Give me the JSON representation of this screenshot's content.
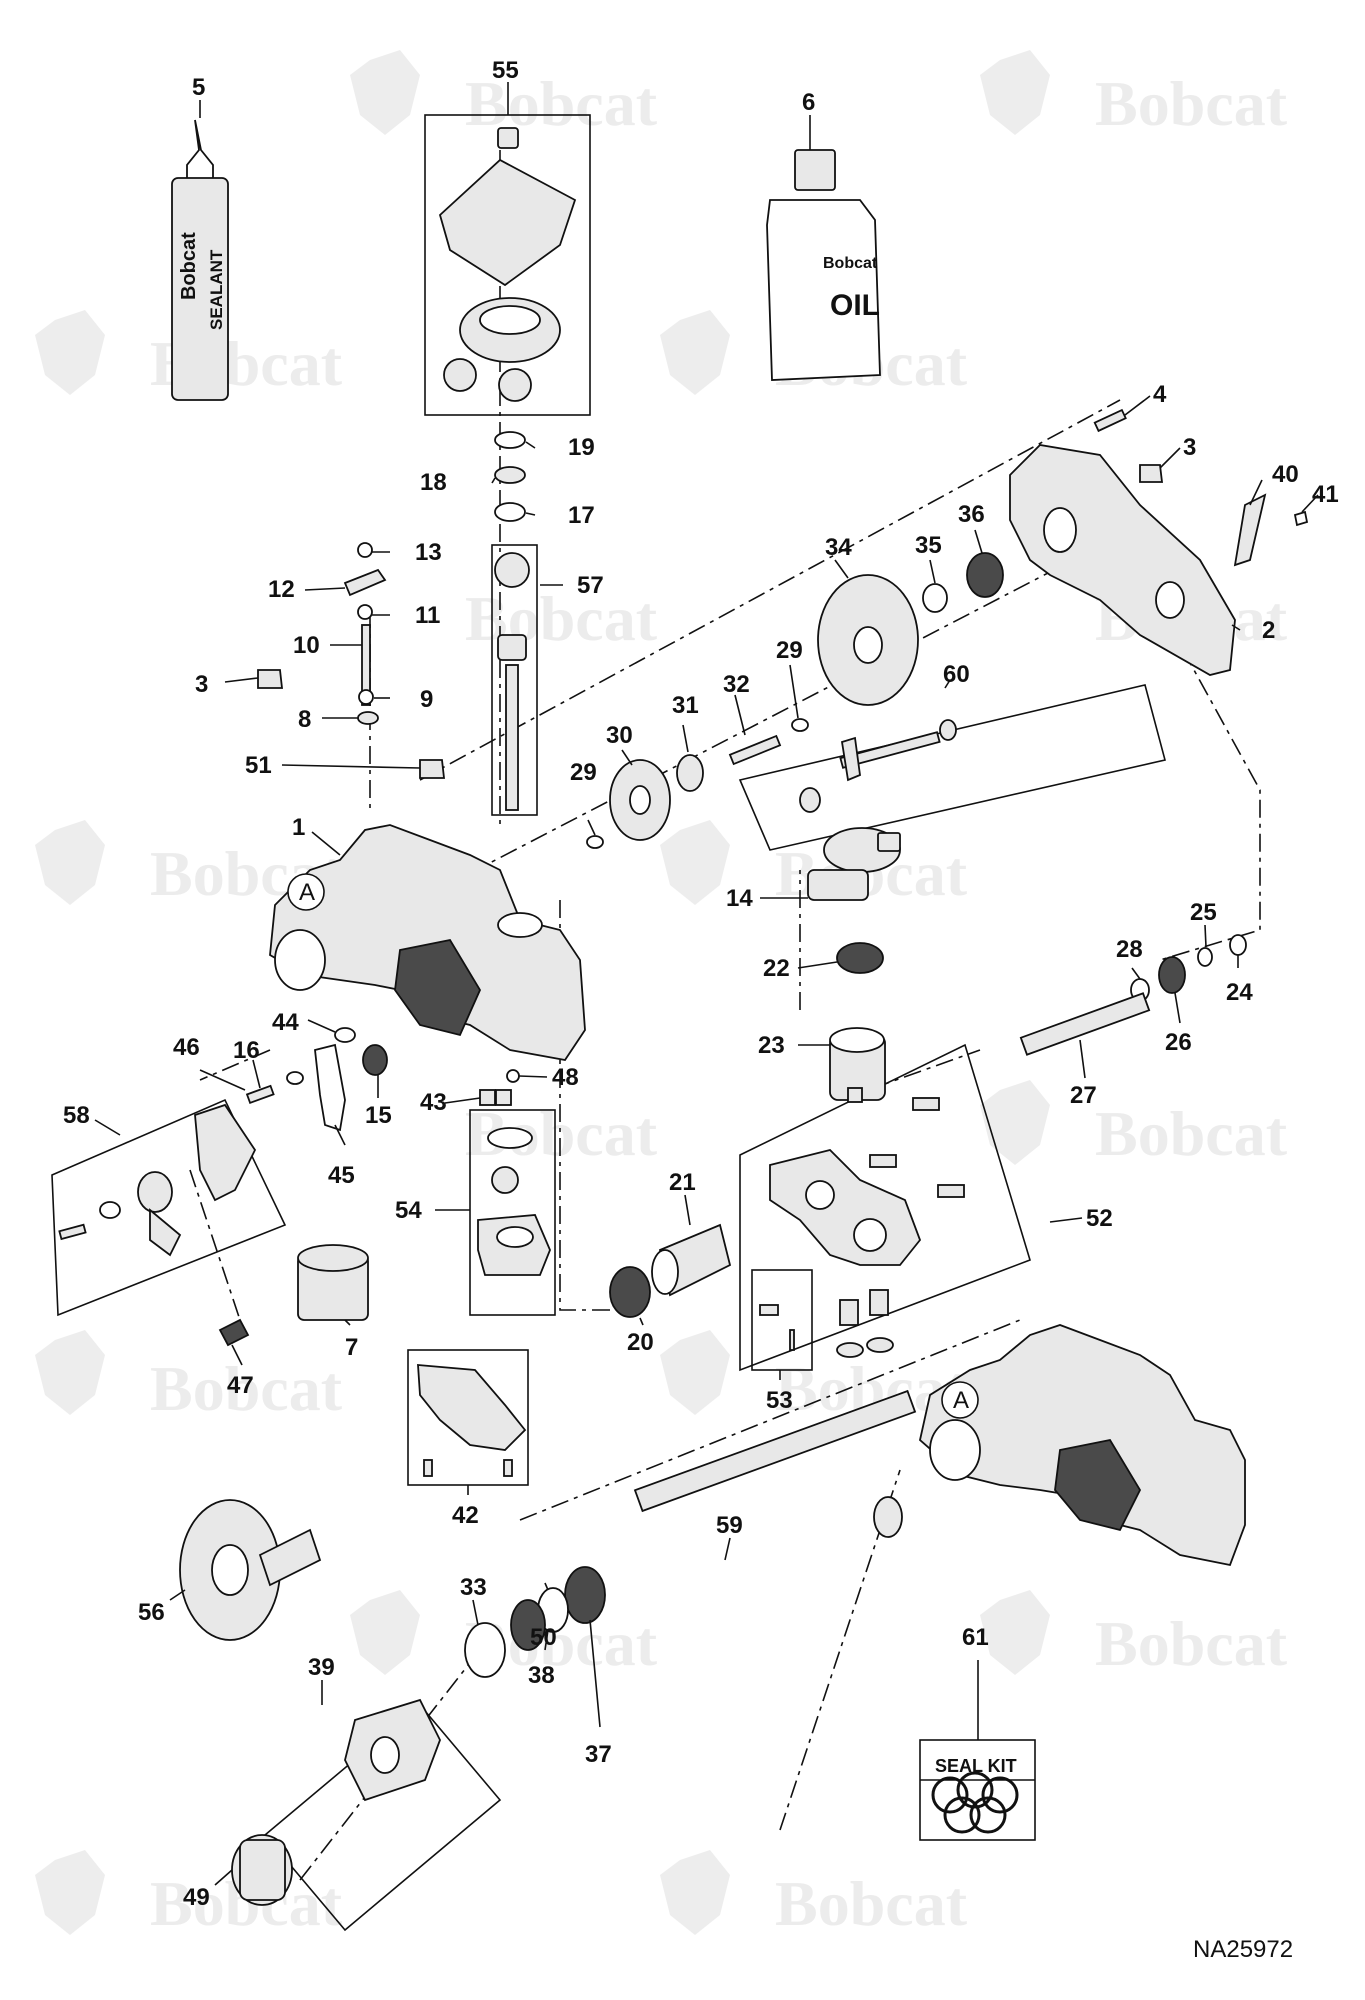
{
  "watermark": {
    "text": "Bobcat",
    "color": "#ececec"
  },
  "drawing_code": "NA25972",
  "callouts": {
    "c1": "1",
    "c2": "2",
    "c3a": "3",
    "c3b": "3",
    "c4": "4",
    "c5": "5",
    "c6": "6",
    "c7": "7",
    "c8": "8",
    "c9": "9",
    "c10": "10",
    "c11": "11",
    "c12": "12",
    "c13": "13",
    "c14": "14",
    "c15": "15",
    "c16": "16",
    "c17": "17",
    "c18": "18",
    "c19": "19",
    "c20": "20",
    "c21": "21",
    "c22": "22",
    "c23": "23",
    "c24": "24",
    "c25": "25",
    "c26": "26",
    "c27": "27",
    "c28": "28",
    "c29a": "29",
    "c29b": "29",
    "c30": "30",
    "c31": "31",
    "c32": "32",
    "c33": "33",
    "c34": "34",
    "c35": "35",
    "c36": "36",
    "c37": "37",
    "c38": "38",
    "c39": "39",
    "c40": "40",
    "c41": "41",
    "c42": "42",
    "c43": "43",
    "c44": "44",
    "c45": "45",
    "c46": "46",
    "c47": "47",
    "c48": "48",
    "c49": "49",
    "c50": "50",
    "c51": "51",
    "c52": "52",
    "c53": "53",
    "c54": "54",
    "c55": "55",
    "c56": "56",
    "c57": "57",
    "c58": "58",
    "c59": "59",
    "c60": "60",
    "c61": "61"
  },
  "view_markers": {
    "a1": "A",
    "a2": "A"
  },
  "product_labels": {
    "sealant_brand": "Bobcat",
    "sealant_text": "SEALANT",
    "oil_brand": "Bobcat",
    "oil_text": "OIL",
    "seal_kit": "SEAL KIT"
  }
}
